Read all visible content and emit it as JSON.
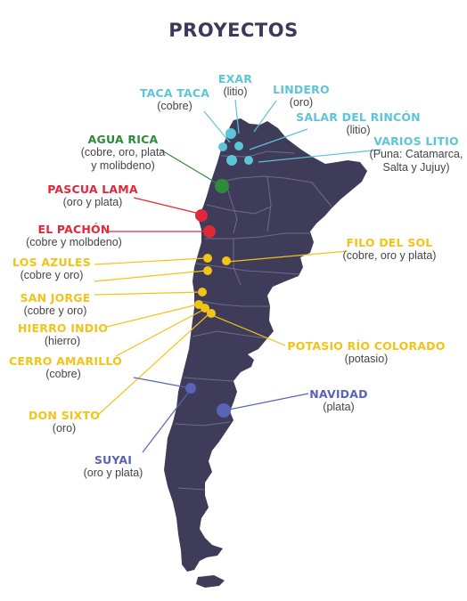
{
  "title": "PROYECTOS",
  "colors": {
    "map_fill": "#3e3c58",
    "province_border": "#6e6c86",
    "title": "#3b3a5a",
    "copper_teal": "#5ec4d8",
    "green": "#2f8a3c",
    "red": "#e0283a",
    "gold": "#f2c318",
    "blue": "#5a64b6",
    "desc_text": "#444444"
  },
  "projects": [
    {
      "name": "TACA TACA",
      "desc": "(cobre)"
    },
    {
      "name": "EXAR",
      "desc": "(litio)"
    },
    {
      "name": "LINDERO",
      "desc": "(oro)"
    },
    {
      "name": "SALAR DEL RINCÓN",
      "desc": "(litio)"
    },
    {
      "name": "VARIOS LITIO",
      "desc": "(Puna: Catamarca,",
      "desc2": "Salta y Jujuy)"
    },
    {
      "name": "AGUA RICA",
      "desc": "(cobre, oro, plata",
      "desc2": "y molibdeno)"
    },
    {
      "name": "PASCUA LAMA",
      "desc": "(oro y plata)"
    },
    {
      "name": "EL PACHÓN",
      "desc": "(cobre y molbdeno)"
    },
    {
      "name": "FILO DEL SOL",
      "desc": "(cobre, oro y plata)"
    },
    {
      "name": "LOS AZULES",
      "desc": "(cobre y oro)"
    },
    {
      "name": "SAN JORGE",
      "desc": "(cobre y oro)"
    },
    {
      "name": "HIERRO INDIO",
      "desc": "(hierro)"
    },
    {
      "name": "POTASIO RÍO COLORADO",
      "desc": "(potasio)"
    },
    {
      "name": "CERRO AMARILLO",
      "desc": "(cobre)"
    },
    {
      "name": "NAVIDAD",
      "desc": "(plata)"
    },
    {
      "name": "DON SIXTO",
      "desc": "(oro)"
    },
    {
      "name": "SUYAI",
      "desc": "(oro y plata)"
    }
  ]
}
